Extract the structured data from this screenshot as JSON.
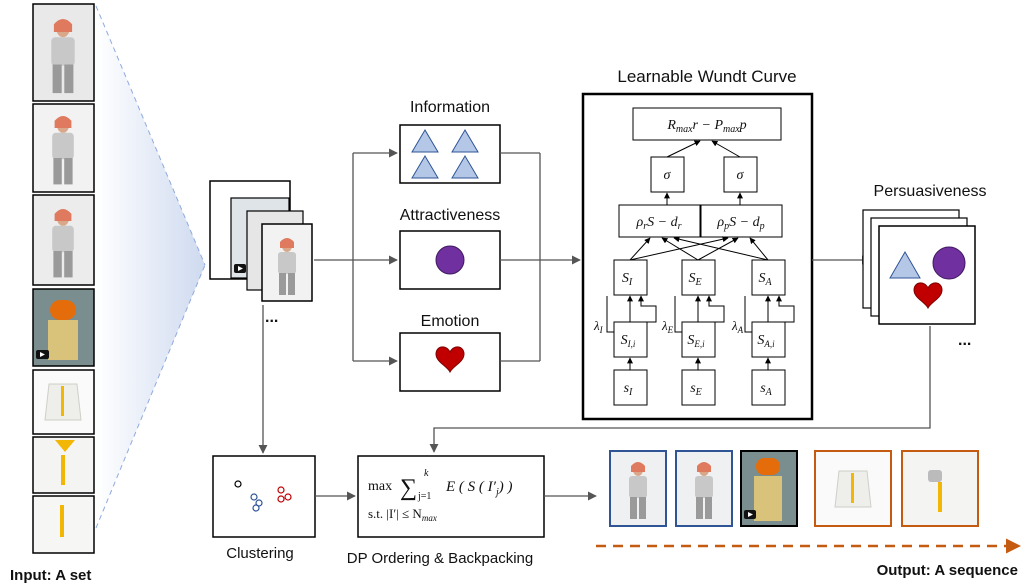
{
  "input_label": "Input: A set",
  "output_label": "Output: A sequence",
  "wundt_title": "Learnable Wundt Curve",
  "info_label": "Information",
  "attract_label": "Attractiveness",
  "emotion_label": "Emotion",
  "persuasive_label": "Persuasiveness",
  "clustering_label": "Clustering",
  "dp_label": "DP Ordering & Backpacking",
  "ellipsis": "...",
  "wundt": {
    "top": "R",
    "top_sub_max": "max",
    "top_mid": "r − P",
    "top_sub_max2": "max",
    "top_end": "p",
    "sigma": "σ",
    "rho_r": "ρ",
    "rho_r_sub": "r",
    "rho_r_expr": "S − d",
    "rho_r_end_sub": "r",
    "rho_p": "ρ",
    "rho_p_sub": "p",
    "rho_p_expr": "S − d",
    "rho_p_end_sub": "p",
    "S": "S",
    "s": "s",
    "lambda": "λ",
    "subs": [
      "I",
      "E",
      "A"
    ],
    "subs_i": [
      "I,i",
      "E,i",
      "A,i"
    ]
  },
  "dp_formula": {
    "max": "max",
    "sum": "∑",
    "sum_top": "k",
    "sum_bottom": "j=1",
    "body": "E ( S ( I′",
    "body_sub": "j",
    "body_end": ") )",
    "st": "s.t.  |I′| ≤ N",
    "st_sub": "max"
  },
  "colors": {
    "shape_blue": "#b4c7e7",
    "shape_purple": "#7030a0",
    "heart_red": "#c00000",
    "frame_blue": "#2f5597",
    "frame_orange": "#c55a11",
    "arrow_orange": "#c55a11",
    "fan_blue": "#d9e2f3"
  }
}
